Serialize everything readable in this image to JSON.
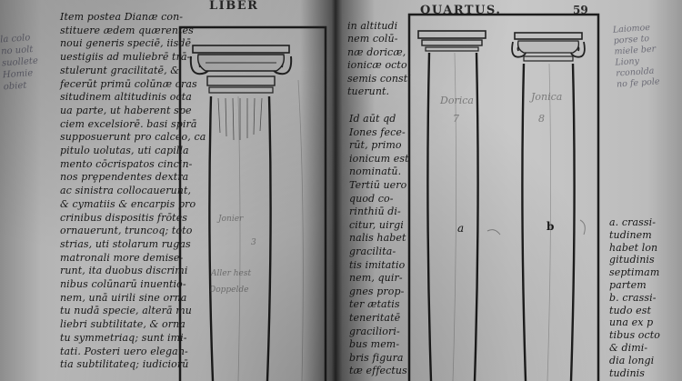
{
  "left_page": {
    "header": "LIBER",
    "text_lines": [
      "Item postea Dianæ con-",
      "stituere ædem quærentes",
      "noui generis speciē, iisdē",
      "uestigiis ad muliebrē trā-",
      "stulerunt gracilitatē, &",
      "fecerūt primū colūnæ cras",
      "situdinem altitudinis octa",
      "ua parte, ut haberent spe",
      "ciem excelsiorē. basi spirā",
      "supposuerunt pro calceo, ca",
      "pitulo uolutas, uti capilla",
      "mento cōcrispatos cincin-",
      "nos prȩpendentes dextra",
      "ac sinistra collocauerunt,",
      "& cymatiis & encarpis pro",
      "crinibus dispositis frōtes",
      "ornauerunt, truncoq; toto",
      "strias, uti stolarum rugas",
      "matronali more demise-",
      "runt, ita duobus discrimi",
      "nibus colūnarū inuentio-",
      "nem, unā uirili sine orna",
      "tu nudā specie, alterā mu",
      "liebri subtilitate, & orna",
      "tu symmetriaq; sunt imi-",
      "tati. Posteri uero elegan-",
      "tia subtilitateq; iudiciorū"
    ],
    "margin_notes": "la colo\nno uolt\nsuollete\nHomie\nobiet",
    "pencil_labels": [
      "Jonier",
      "3",
      "Aller hest",
      "Doppelde"
    ]
  },
  "right_page": {
    "header": "QUARTUS.",
    "page_number": "59",
    "text_top_lines": [
      "in altitudi",
      "nem colū-",
      "næ doricæ,",
      "ionicæ octo",
      "semis consti",
      "tuerunt."
    ],
    "text_middle_lines": [
      "Id aūt qd",
      "Iones fece-",
      "rūt, primo",
      "ionicum est",
      "nominatū.",
      "Tertiū uero",
      "quod co-",
      "rinthiū di-",
      "citur, uirgi",
      "nalis habet",
      "gracilita-",
      "tis imitatio",
      "nem, quir-",
      "gnes prop-",
      "ter ætatis",
      "teneritatē",
      "graciliori-",
      "bus mem-",
      "bris figura",
      "tæ effectus"
    ],
    "text_right_lines": [
      "a. crassi-",
      "tudinem",
      "habet lon",
      "gitudinis",
      "septimam",
      "partem",
      "b. crassi-",
      "tudo est",
      "una ex p",
      "tibus octo",
      "& dimi-",
      "dia longi",
      "tudinis"
    ],
    "column_labels": [
      "a",
      "b"
    ],
    "pencil_labels": [
      "Dorica",
      "7",
      "Jonica",
      "8"
    ],
    "margin_notes": "Laiomoe\nporse to\nmiele ber\nLiony\nrconolda\nno fe pole"
  }
}
